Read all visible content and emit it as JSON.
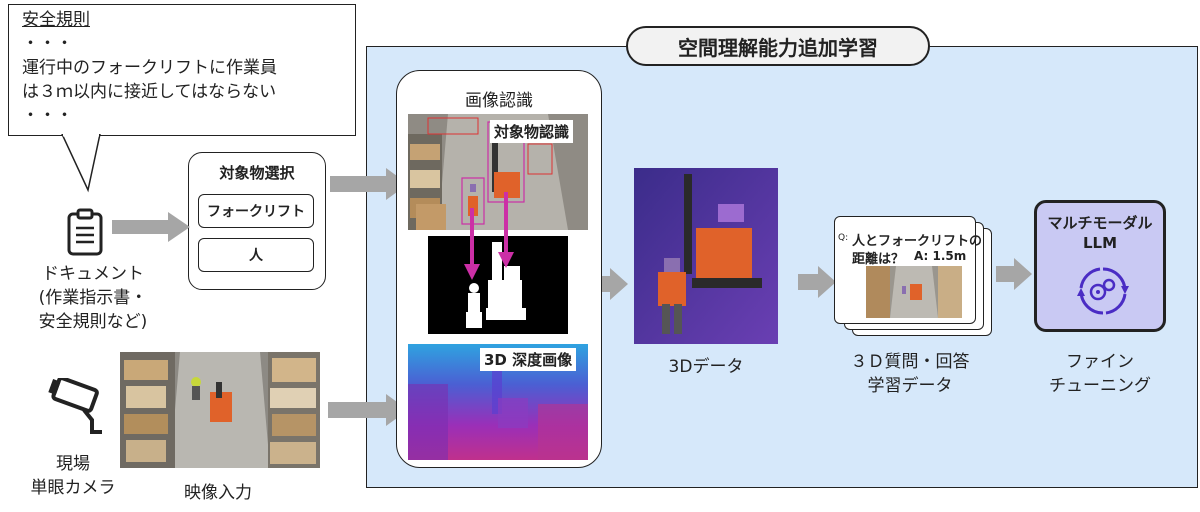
{
  "bubble": {
    "title": "安全規則",
    "dots_top": "・・・",
    "rule_line1": "運行中のフォークリフトに作業員",
    "rule_line2": "は３ｍ以内に接近してはならない",
    "dots_bottom": "・・・"
  },
  "document": {
    "line1": "ドキュメント",
    "line2": "(作業指示書・",
    "line3": "安全規則など)"
  },
  "camera": {
    "line1": "現場",
    "line2": "単眼カメラ"
  },
  "video_input": "映像入力",
  "object_selection": {
    "title": "対象物選択",
    "options": [
      "フォークリフト",
      "人"
    ]
  },
  "panel_title": "空間理解能力追加学習",
  "image_recognition": {
    "title": "画像認識",
    "detection_label": "対象物認識",
    "depth_label": "3D 深度画像"
  },
  "three_d_data": "3Dデータ",
  "qa": {
    "q_prefix": "Q:",
    "question_line1": "人とフォークリフトの",
    "question_line2": "距離は？",
    "answer": "A:  1.5m",
    "label_line1": "３Ｄ質問・回答",
    "label_line2": "学習データ"
  },
  "llm": {
    "line1": "マルチモーダル",
    "line2": "LLM"
  },
  "finetune": {
    "line1": "ファイン",
    "line2": "チューニング"
  },
  "colors": {
    "panel_bg": "#d6e8fa",
    "llm_bg": "#c9c9f3",
    "arrow": "#a6a6a6",
    "detect_arrow": "#cc2fa6",
    "forklift": "#e0622a"
  }
}
